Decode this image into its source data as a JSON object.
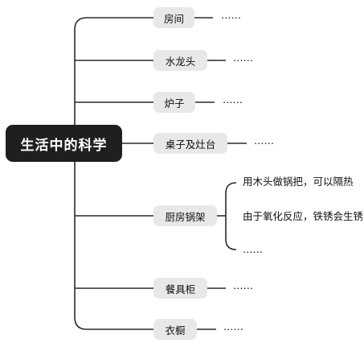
{
  "mindmap": {
    "root": {
      "label": "生活中的科学"
    },
    "branches": [
      {
        "label": "房间",
        "children": [
          "……"
        ]
      },
      {
        "label": "水龙头",
        "children": [
          "……"
        ]
      },
      {
        "label": "炉子",
        "children": [
          "……"
        ]
      },
      {
        "label": "桌子及灶台",
        "children": [
          "……"
        ]
      },
      {
        "label": "厨房锅架",
        "children": [
          "用木头做锅把，可以隔热",
          "由于氧化反应，铁锈会生锈",
          "……"
        ]
      },
      {
        "label": "餐具柜",
        "children": [
          "……"
        ]
      },
      {
        "label": "衣橱",
        "children": [
          "……"
        ]
      }
    ]
  },
  "colors": {
    "root_bg": "#1f1f1f",
    "root_text": "#ffffff",
    "branch_bg": "#e8e8e8",
    "line": "#2a2a2a"
  }
}
